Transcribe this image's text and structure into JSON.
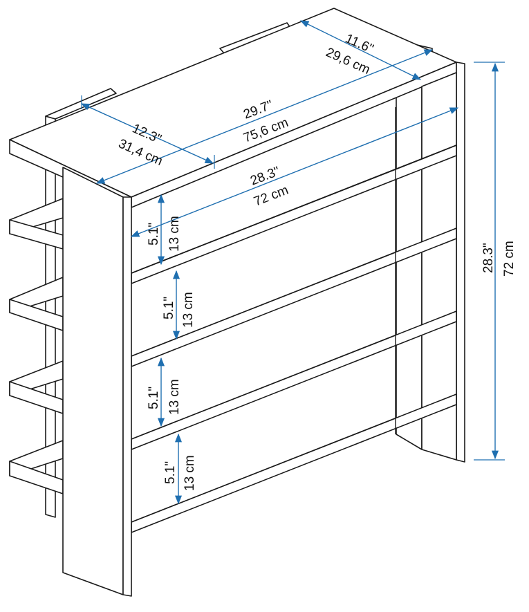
{
  "colors": {
    "outline": "#1a1a1a",
    "dimension": "#1f6fb0",
    "background": "#ffffff"
  },
  "dimensions": {
    "depth": {
      "inches": "12.3\"",
      "cm": "31,4 cm"
    },
    "top_width": {
      "inches": "29.7\"",
      "cm": "75,6 cm"
    },
    "top_depth": {
      "inches": "11.6\"",
      "cm": "29,6 cm"
    },
    "inner_width": {
      "inches": "28.3\"",
      "cm": "72 cm"
    },
    "height": {
      "inches": "28.3\"",
      "cm": "72 cm"
    },
    "shelf_gaps": [
      {
        "inches": "5.1\"",
        "cm": "13 cm"
      },
      {
        "inches": "5.1\"",
        "cm": "13 cm"
      },
      {
        "inches": "5.1\"",
        "cm": "13 cm"
      },
      {
        "inches": "5.1\"",
        "cm": "13 cm"
      }
    ]
  }
}
